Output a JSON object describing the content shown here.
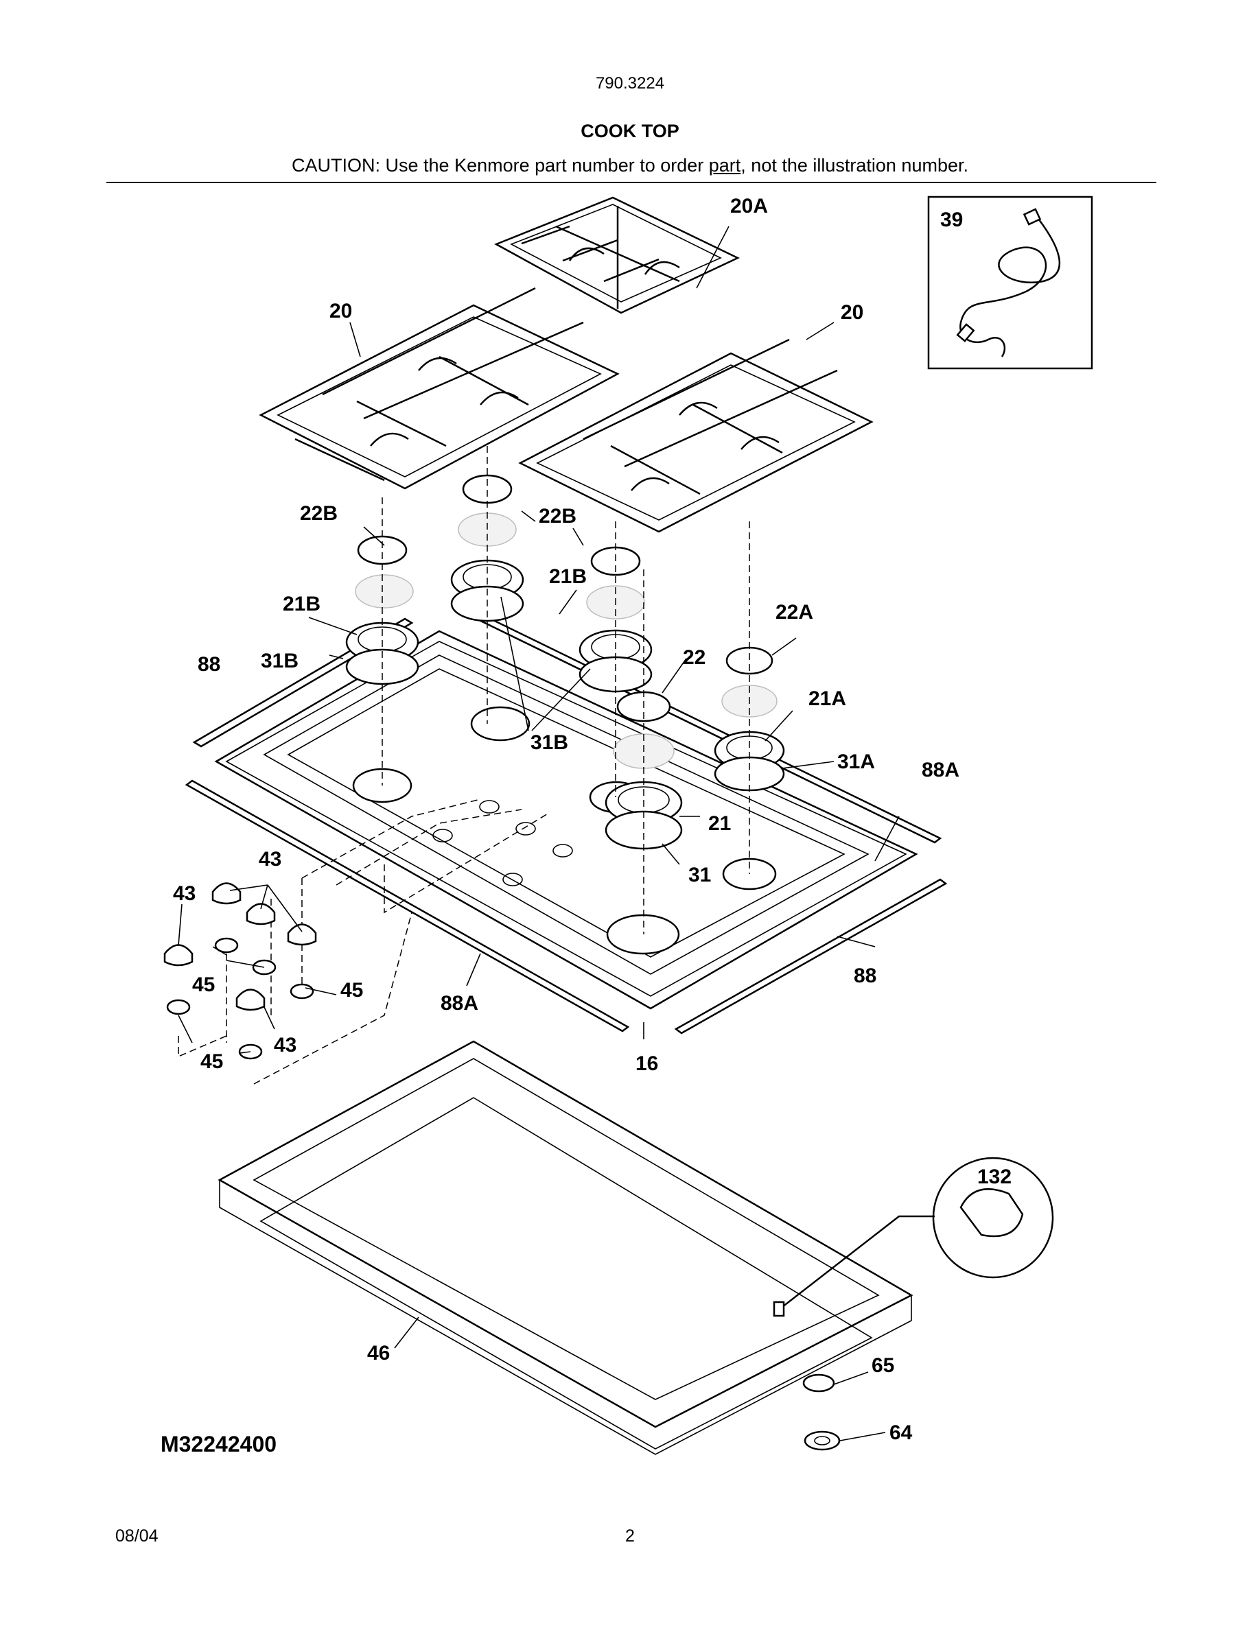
{
  "header": {
    "model_number": "790.3224",
    "title": "COOK TOP",
    "caution_prefix": "CAUTION: Use the Kenmore part number to order ",
    "caution_link": "part",
    "caution_suffix": ", not the illustration number."
  },
  "diagram": {
    "code": "M32242400",
    "callouts": {
      "c20A": "20A",
      "c20_left": "20",
      "c20_right": "20",
      "c39": "39",
      "c22B_left": "22B",
      "c22B_mid": "22B",
      "c21B_left": "21B",
      "c21B_mid": "21B",
      "c22A": "22A",
      "c88_left": "88",
      "c31B_left": "31B",
      "c22": "22",
      "c21A": "21A",
      "c31B_mid": "31B",
      "c31A": "31A",
      "c88A_right": "88A",
      "c21": "21",
      "c43_top": "43",
      "c43_left": "43",
      "c31": "31",
      "c45_a": "45",
      "c45_b": "45",
      "c88A_bottom": "88A",
      "c88_right": "88",
      "c43_bottom": "43",
      "c45_c": "45",
      "c16": "16",
      "c132": "132",
      "c46": "46",
      "c65": "65",
      "c64": "64"
    }
  },
  "footer": {
    "date": "08/04",
    "page": "2"
  }
}
